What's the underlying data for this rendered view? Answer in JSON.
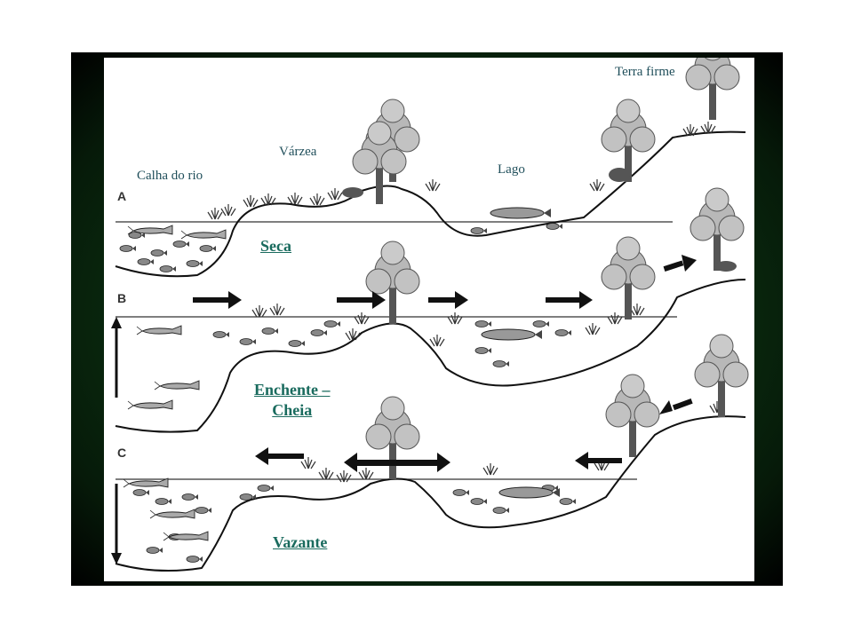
{
  "regions": {
    "terra_firme": "Terra firme",
    "varzea": "Várzea",
    "calha": "Calha do rio",
    "lago": "Lago"
  },
  "panels": [
    {
      "letter": "A",
      "phase": "Seca"
    },
    {
      "letter": "B",
      "phase_line1": "Enchente –",
      "phase_line2": "Cheia"
    },
    {
      "letter": "C",
      "phase": "Vazante"
    }
  ],
  "colors": {
    "frame": "#0b3312",
    "label_text": "#1f4e5a",
    "phase_link": "#1a6b5e",
    "ink": "#222222",
    "tree_fill": "#b5b5b5"
  },
  "icons": [
    "arrow-right-icon",
    "arrow-left-icon",
    "arrow-double-icon",
    "arrow-vertical-icon",
    "tree-icon",
    "fish-icon",
    "grass-icon",
    "animal-icon"
  ]
}
